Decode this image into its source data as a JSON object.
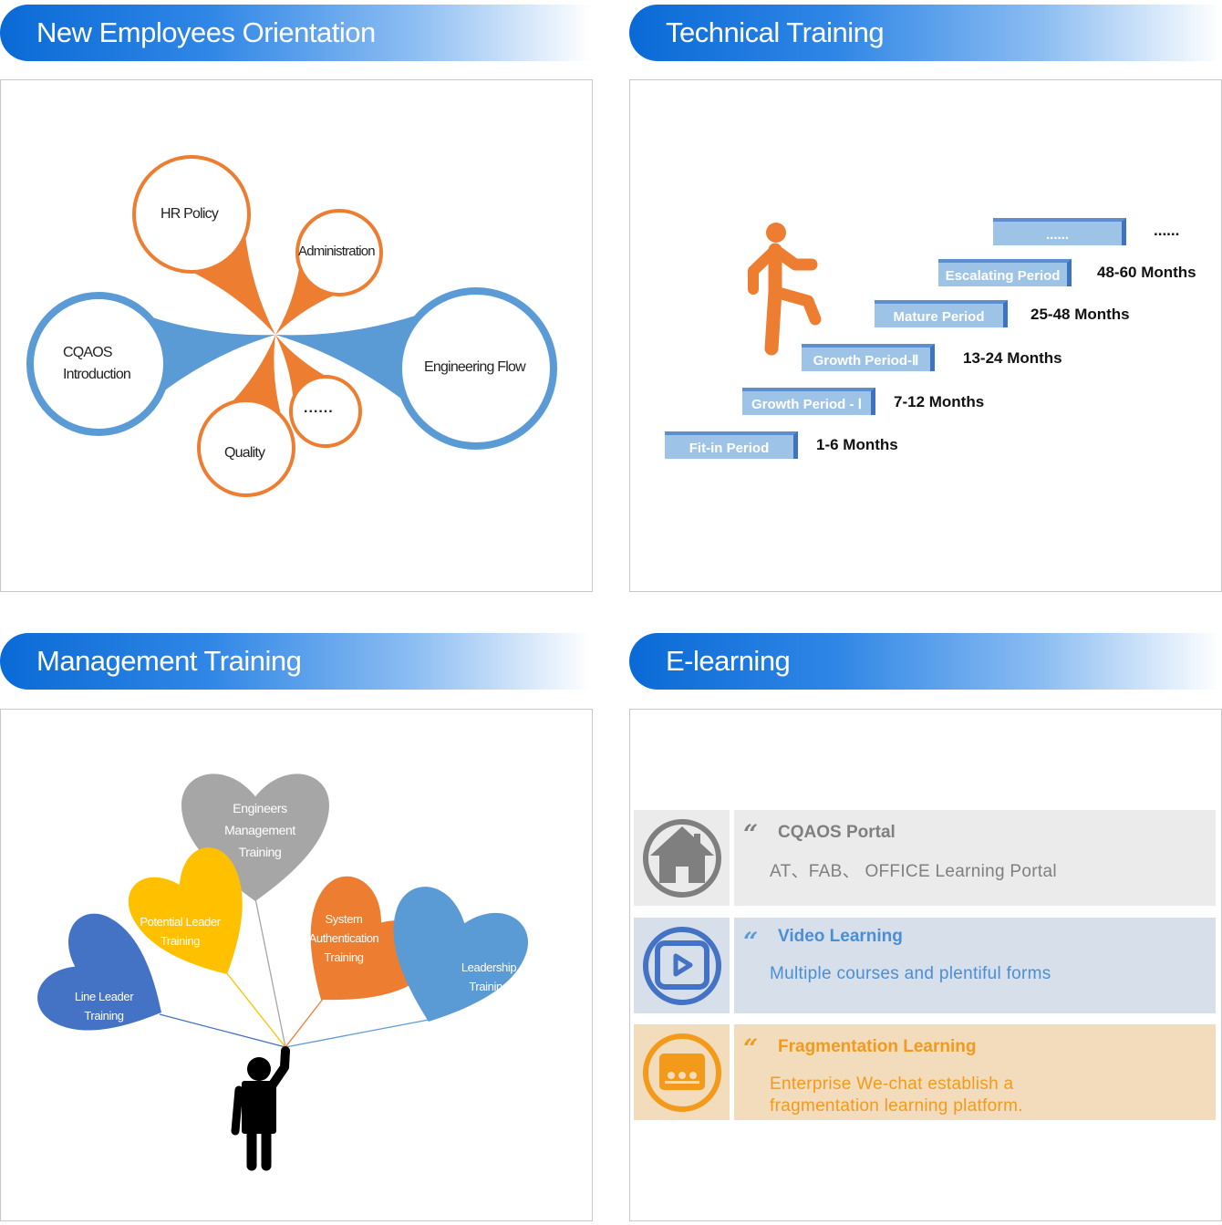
{
  "sections": {
    "orientation": {
      "title": "New Employees Orientation",
      "items": [
        "HR Policy",
        "Administration",
        "CQAOS Introduction",
        "Engineering Flow",
        "Quality",
        "......"
      ]
    },
    "technical": {
      "title": "Technical Training",
      "steps": [
        {
          "label": "Fit-in Period",
          "months": "1-6 Months"
        },
        {
          "label": "Growth Period - Ⅰ",
          "months": "7-12 Months"
        },
        {
          "label": "Growth Period-Ⅱ",
          "months": "13-24 Months"
        },
        {
          "label": "Mature Period",
          "months": "25-48 Months"
        },
        {
          "label": "Escalating Period",
          "months": "48-60 Months"
        },
        {
          "label": "......",
          "months": "......"
        }
      ]
    },
    "management": {
      "title": "Management Training",
      "balloons": [
        "Engineers Management Training",
        "Potential Leader Training",
        "System Authentication Training",
        "Leadership Training",
        "Line Leader Training"
      ]
    },
    "elearning": {
      "title": "E-learning",
      "items": [
        {
          "icon": "home-icon",
          "title": "CQAOS Portal",
          "desc": "AT、FAB、 OFFICE  Learning Portal",
          "color": "#7f7f7f"
        },
        {
          "icon": "video-play-icon",
          "title": "Video Learning",
          "desc": "Multiple courses and plentiful forms",
          "color": "#4a8fd6"
        },
        {
          "icon": "classroom-icon",
          "title": "Fragmentation Learning",
          "desc": "Enterprise We-chat establish a fragmentation learning platform.",
          "color": "#f39a1b"
        }
      ]
    }
  },
  "colors": {
    "orange": "#ed7d31",
    "blue": "#5b9bd5",
    "gray": "#a6a6a6",
    "yellow": "#ffc000",
    "darkblue": "#4472c4"
  }
}
